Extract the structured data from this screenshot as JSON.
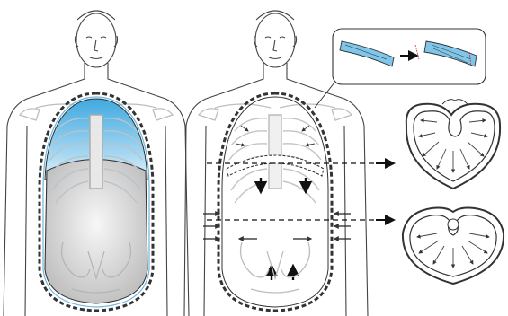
{
  "figure": {
    "panels": [
      {
        "id": "left-figure",
        "description_hidden": true
      },
      {
        "id": "right-figure",
        "description_hidden": true
      }
    ],
    "inset": {
      "icon": "muscle-fiber-stretch-icon"
    },
    "cross_sections": [
      {
        "id": "upper-cross-section"
      },
      {
        "id": "lower-cross-section"
      }
    ]
  },
  "colors": {
    "outline": "#3a3a3a",
    "skin": "#ffffff",
    "thorax_fill": "#5fb8e6",
    "abdomen_fill": "#c8c8c8",
    "bone": "#bdbdbd",
    "arrow": "#111111"
  }
}
